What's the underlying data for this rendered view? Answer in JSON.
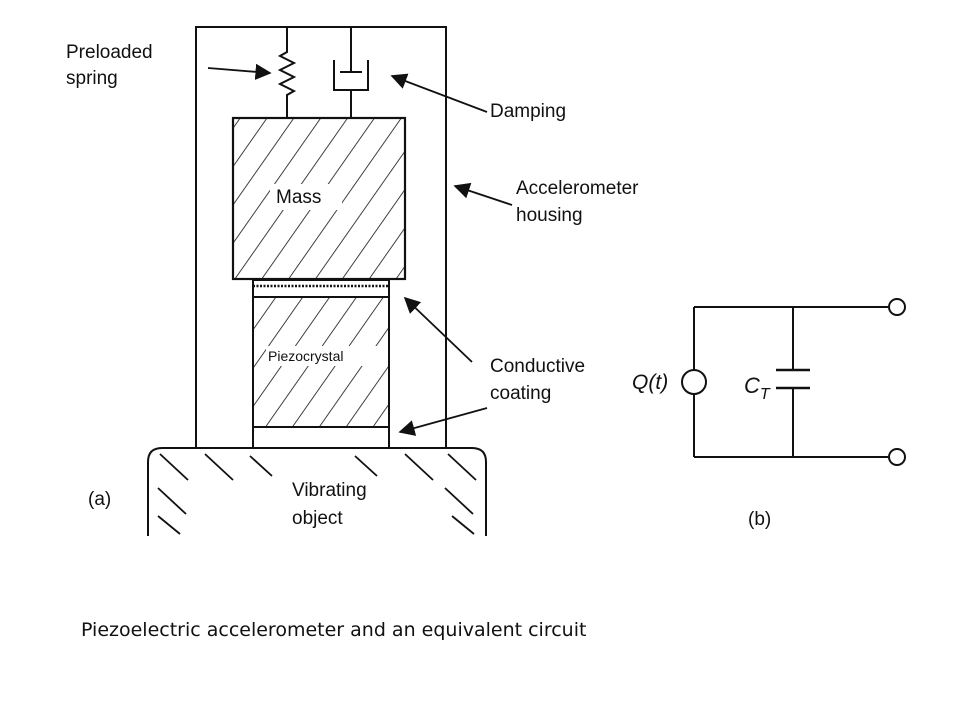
{
  "diagram_a": {
    "tag": "(a)",
    "labels": {
      "spring_line1": "Preloaded",
      "spring_line2": "spring",
      "damping": "Damping",
      "housing_line1": "Accelerometer",
      "housing_line2": "housing",
      "mass": "Mass",
      "crystal": "Piezocrystal",
      "coating_line1": "Conductive",
      "coating_line2": "coating",
      "object_line1": "Vibrating",
      "object_line2": "object"
    }
  },
  "diagram_b": {
    "tag": "(b)",
    "source_label_q": "Q",
    "source_label_t": "t",
    "capacitor_label": "C",
    "capacitor_subscript": "T"
  },
  "caption": "Piezoelectric accelerometer and an equivalent circuit",
  "colors": {
    "ink": "#111111",
    "background": "#ffffff"
  }
}
